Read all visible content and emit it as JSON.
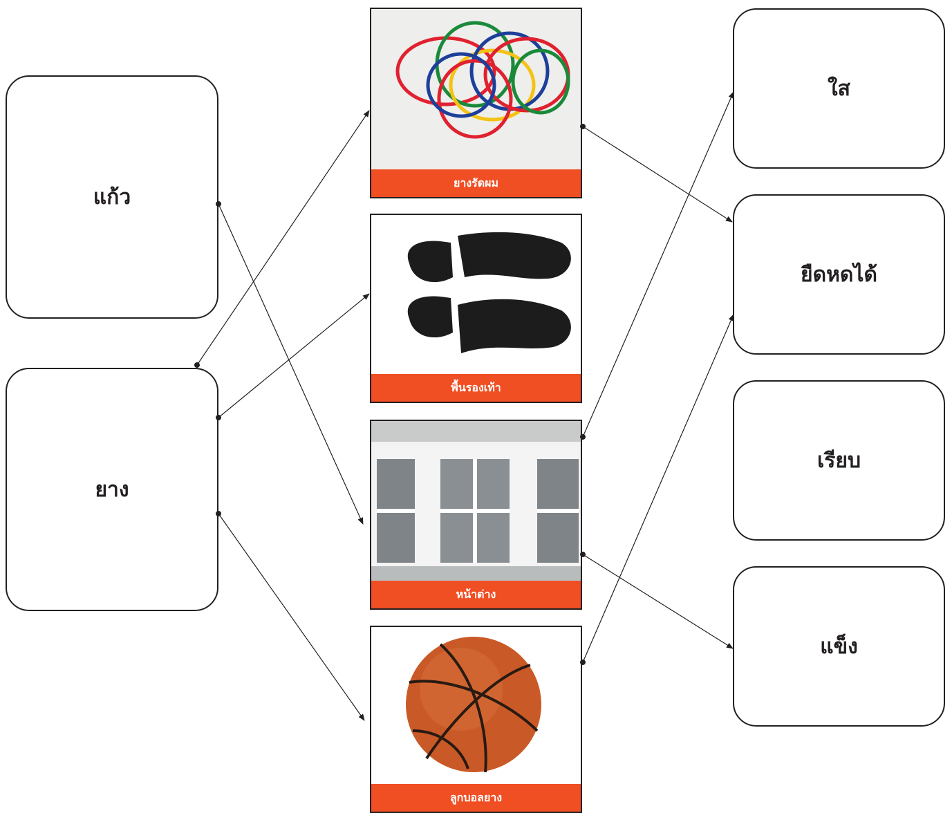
{
  "left_boxes": [
    {
      "label": "แก้ว"
    },
    {
      "label": "ยาง"
    }
  ],
  "cards": [
    {
      "caption": "ยางรัดผม",
      "image": "rubber-bands-image"
    },
    {
      "caption": "พื้นรองเท้า",
      "image": "shoe-soles-image"
    },
    {
      "caption": "หน้าต่าง",
      "image": "window-image"
    },
    {
      "caption": "ลูกบอลยาง",
      "image": "basketball-image"
    }
  ],
  "right_boxes": [
    {
      "label": "ใส"
    },
    {
      "label": "ยืดหดได้"
    },
    {
      "label": "เรียบ"
    },
    {
      "label": "แข็ง"
    }
  ],
  "colors": {
    "caption_bar": "#f04e23",
    "outline": "#231f20"
  }
}
